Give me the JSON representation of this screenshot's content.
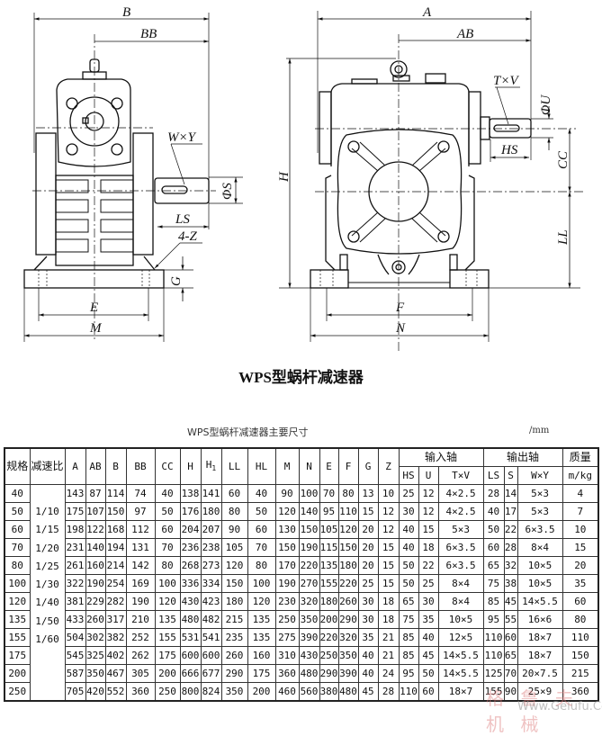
{
  "drawing": {
    "left_view_labels": {
      "B": "B",
      "BB": "BB",
      "WxY": "W×Y",
      "phiS": "ΦS",
      "LS": "LS",
      "Z": "4-Z",
      "G": "G",
      "E": "E",
      "M": "M"
    },
    "right_view_labels": {
      "A": "A",
      "AB": "AB",
      "TxV": "T×V",
      "phiU": "ΦU",
      "HS": "HS",
      "H": "H",
      "CC": "CC",
      "LL": "LL",
      "F": "F",
      "N": "N"
    }
  },
  "title": "WPS型蜗杆减速器",
  "table": {
    "caption": "WPS型蜗杆减速器主要尺寸",
    "unit": "/mm",
    "headers": {
      "spec": "规格",
      "ratio": "减速比",
      "cols": [
        "A",
        "AB",
        "B",
        "BB",
        "CC",
        "H",
        "H1",
        "LL",
        "HL",
        "M",
        "N",
        "E",
        "F",
        "G",
        "Z"
      ],
      "input_group": "输入轴",
      "input_cols": [
        "HS",
        "U",
        "T×V"
      ],
      "output_group": "输出轴",
      "output_cols": [
        "LS",
        "S",
        "W×Y"
      ],
      "mass": "质量",
      "mass_unit": "m/kg"
    },
    "ratios": [
      "1/10",
      "1/15",
      "1/20",
      "1/25",
      "1/30",
      "1/40",
      "1/50",
      "1/60"
    ],
    "rows": [
      [
        "40",
        "143",
        "87",
        "114",
        "74",
        "40",
        "138",
        "141",
        "60",
        "40",
        "90",
        "100",
        "70",
        "80",
        "13",
        "10",
        "25",
        "12",
        "4×2.5",
        "28",
        "14",
        "5×3",
        "4"
      ],
      [
        "50",
        "175",
        "107",
        "150",
        "97",
        "50",
        "176",
        "180",
        "80",
        "50",
        "120",
        "140",
        "95",
        "110",
        "15",
        "12",
        "30",
        "12",
        "4×2.5",
        "40",
        "17",
        "5×3",
        "7"
      ],
      [
        "60",
        "198",
        "122",
        "168",
        "112",
        "60",
        "204",
        "207",
        "90",
        "60",
        "130",
        "150",
        "105",
        "120",
        "20",
        "12",
        "40",
        "15",
        "5×3",
        "50",
        "22",
        "6×3.5",
        "10"
      ],
      [
        "70",
        "231",
        "140",
        "194",
        "131",
        "70",
        "236",
        "238",
        "105",
        "70",
        "150",
        "190",
        "115",
        "150",
        "20",
        "15",
        "40",
        "18",
        "6×3.5",
        "60",
        "28",
        "8×4",
        "15"
      ],
      [
        "80",
        "261",
        "160",
        "214",
        "142",
        "80",
        "268",
        "273",
        "120",
        "80",
        "170",
        "220",
        "135",
        "180",
        "20",
        "15",
        "50",
        "22",
        "6×3.5",
        "65",
        "32",
        "10×5",
        "20"
      ],
      [
        "100",
        "322",
        "190",
        "254",
        "169",
        "100",
        "336",
        "334",
        "150",
        "100",
        "190",
        "270",
        "155",
        "220",
        "25",
        "15",
        "50",
        "25",
        "8×4",
        "75",
        "38",
        "10×5",
        "35"
      ],
      [
        "120",
        "381",
        "229",
        "282",
        "190",
        "120",
        "430",
        "423",
        "180",
        "120",
        "230",
        "320",
        "180",
        "260",
        "30",
        "18",
        "65",
        "30",
        "8×4",
        "85",
        "45",
        "14×5.5",
        "60"
      ],
      [
        "135",
        "433",
        "260",
        "317",
        "210",
        "135",
        "480",
        "482",
        "215",
        "135",
        "250",
        "350",
        "200",
        "290",
        "30",
        "18",
        "75",
        "35",
        "10×5",
        "95",
        "55",
        "16×6",
        "80"
      ],
      [
        "155",
        "504",
        "302",
        "382",
        "252",
        "155",
        "531",
        "541",
        "235",
        "135",
        "275",
        "390",
        "220",
        "320",
        "35",
        "21",
        "85",
        "40",
        "12×5",
        "110",
        "60",
        "18×7",
        "110"
      ],
      [
        "175",
        "545",
        "325",
        "402",
        "262",
        "175",
        "600",
        "600",
        "260",
        "160",
        "310",
        "430",
        "250",
        "350",
        "40",
        "21",
        "85",
        "45",
        "14×5.5",
        "110",
        "65",
        "18×7",
        "150"
      ],
      [
        "200",
        "587",
        "350",
        "467",
        "305",
        "200",
        "666",
        "677",
        "290",
        "175",
        "360",
        "480",
        "290",
        "390",
        "40",
        "24",
        "95",
        "50",
        "14×5.5",
        "125",
        "70",
        "20×7.5",
        "215"
      ],
      [
        "250",
        "705",
        "420",
        "552",
        "360",
        "250",
        "800",
        "824",
        "350",
        "200",
        "460",
        "560",
        "380",
        "480",
        "45",
        "28",
        "110",
        "60",
        "18×7",
        "155",
        "90",
        "25×9",
        "360"
      ]
    ]
  },
  "watermark": {
    "site": "Www.Gelufu.Com"
  }
}
